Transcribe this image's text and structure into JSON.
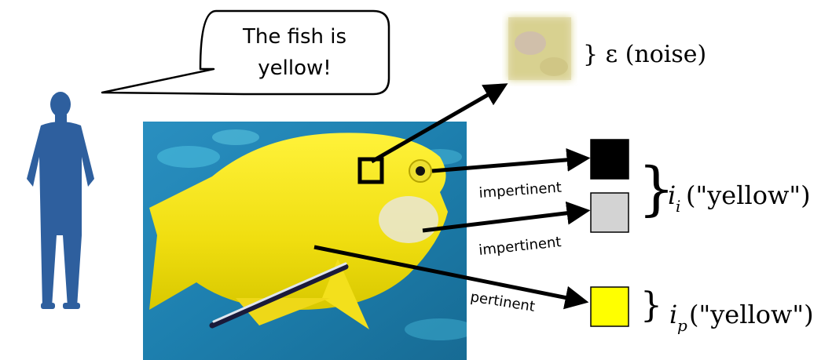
{
  "speech": {
    "line1": "The fish is",
    "line2": "yellow!"
  },
  "noise": {
    "label": "} ε (noise)",
    "swatch_color": "#d8d28a"
  },
  "impertinent": {
    "label_top": "impertinent",
    "label_bottom": "impertinent",
    "swatch_top_color": "#000000",
    "swatch_bottom_color": "#d3d3d3",
    "brace": "}",
    "term_symbol": "i",
    "term_subscript": "i",
    "term_arg": "(\"yellow\")"
  },
  "pertinent": {
    "label": "pertinent",
    "swatch_color": "#ffff00",
    "brace": "}",
    "term_symbol": "i",
    "term_subscript": "p",
    "term_arg": "(\"yellow\")"
  },
  "colors": {
    "person": "#2e5f9e",
    "water": "#1f86b8",
    "fish": "#f1e21a",
    "arrow": "#000000"
  },
  "icons": {
    "person": "person-silhouette-icon",
    "speech_bubble": "speech-bubble-icon"
  }
}
